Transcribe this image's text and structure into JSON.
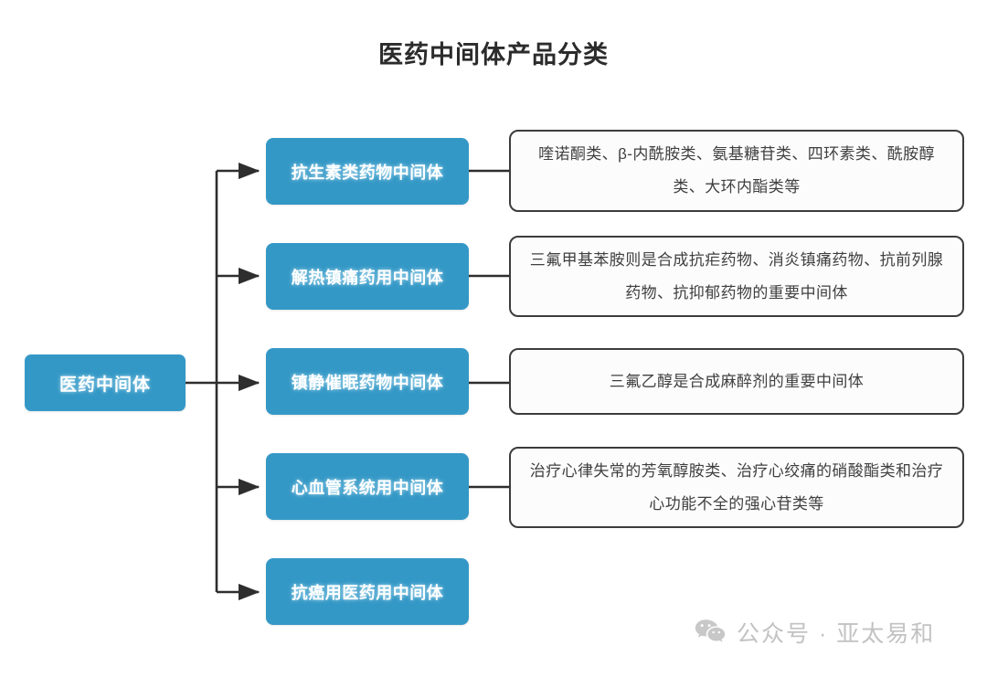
{
  "page": {
    "title": "医药中间体产品分类",
    "background_color": "#ffffff"
  },
  "colors": {
    "node_blue": "#3498c6",
    "node_text": "#ffffff",
    "desc_border": "#3c3c3c",
    "desc_text": "#3f3f3f",
    "connector": "#2e2e2e",
    "title_text": "#2b2b2b",
    "watermark_text": "#c2c2c2"
  },
  "diagram": {
    "root": {
      "label": "医药中间体"
    },
    "categories": [
      {
        "label": "抗生素类药物中间体",
        "description": "喹诺酮类、β-内酰胺类、氨基糖苷类、四环素类、酰胺醇类、大环内酯类等",
        "has_description": true
      },
      {
        "label": "解热镇痛药用中间体",
        "description": "三氟甲基苯胺则是合成抗疟药物、消炎镇痛药物、抗前列腺药物、抗抑郁药物的重要中间体",
        "has_description": true
      },
      {
        "label": "镇静催眠药物中间体",
        "description": "三氟乙醇是合成麻醉剂的重要中间体",
        "has_description": true
      },
      {
        "label": "心血管系统用中间体",
        "description": "治疗心律失常的芳氧醇胺类、治疗心绞痛的硝酸酯类和治疗心功能不全的强心苷类等",
        "has_description": true
      },
      {
        "label": "抗癌用医药用中间体",
        "description": "",
        "has_description": false
      }
    ]
  },
  "watermark": {
    "icon": "wechat-icon",
    "text": "公众号 · 亚太易和"
  }
}
